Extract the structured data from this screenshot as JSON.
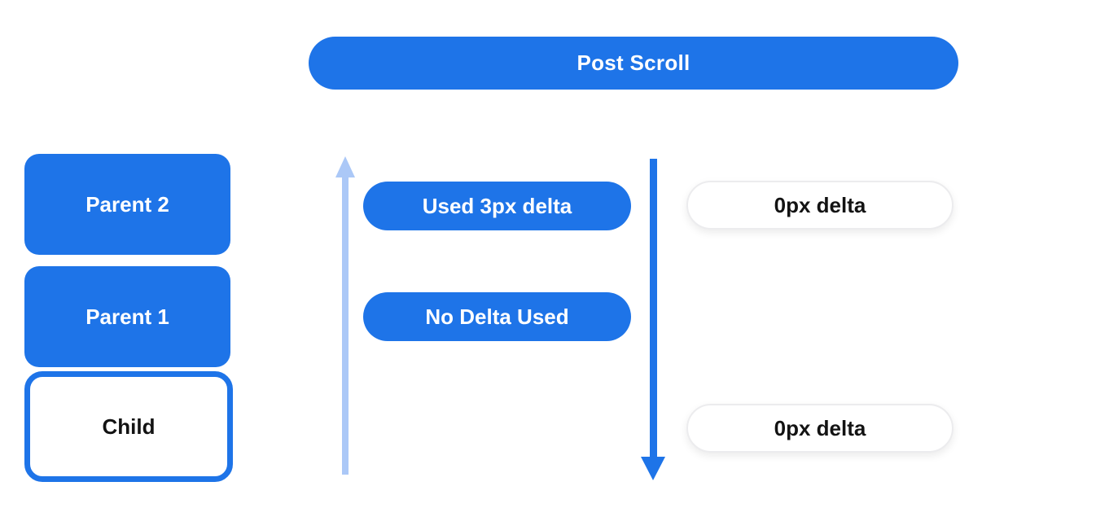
{
  "header": {
    "label": "Post Scroll"
  },
  "scroll_chain": [
    {
      "label": "Parent 2",
      "style": "filled"
    },
    {
      "label": "Parent 1",
      "style": "filled"
    },
    {
      "label": "Child",
      "style": "outlined"
    }
  ],
  "consumed_pills": [
    {
      "label": "Used 3px delta"
    },
    {
      "label": "No Delta Used"
    }
  ],
  "remaining_pills": [
    {
      "label": "0px delta"
    },
    {
      "label": "0px delta"
    }
  ],
  "icons": {
    "up_arrow": "light-blue-up-arrow",
    "down_arrow": "blue-down-arrow"
  },
  "colors": {
    "primary_blue": "#1e74e8",
    "light_blue": "#abc8f7",
    "text_dark": "#131313",
    "pill_border": "#ececee",
    "background": "#ffffff"
  }
}
